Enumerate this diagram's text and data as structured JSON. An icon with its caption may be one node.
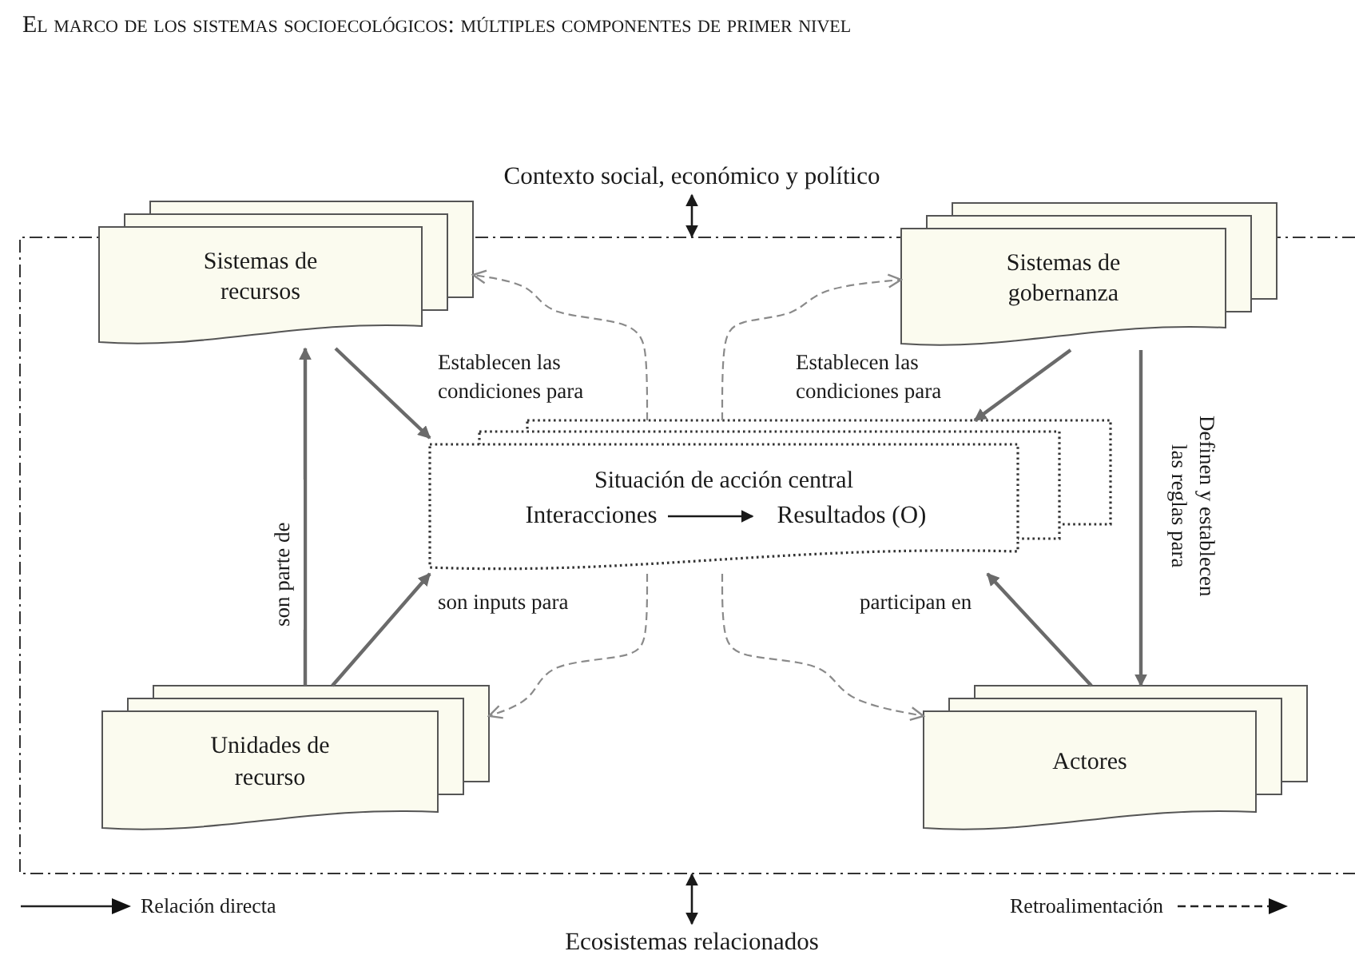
{
  "diagram": {
    "title": "El marco de los sistemas socioecológicos: múltiples componentes de primer nivel",
    "nodes": [
      {
        "text": [
          "Contexto social, económico y político"
        ]
      },
      {
        "text": [],
        "shape": "box"
      },
      {
        "text": [
          "Sistemas de recursos"
        ],
        "in": 1
      },
      {
        "text": [
          "Sistemas de gobernanza"
        ],
        "in": 1
      },
      {
        "text": [
          "Situación de acción central"
        ],
        "in": 1
      },
      {
        "text": [
          "Interacciones"
        ],
        "in": 4
      },
      {
        "text": [
          "Resultados (O)"
        ],
        "in": 4
      },
      {
        "text": [
          "Unidades de recurso"
        ],
        "in": 1
      },
      {
        "text": [
          "Actores"
        ],
        "in": 1
      },
      {
        "text": [
          "Ecosistemas relacionados"
        ]
      }
    ],
    "edges": [
      {
        "from": 0,
        "to": 1,
        "arrow": "both",
        "color": "#1a1a1a"
      },
      {
        "from": 1,
        "to": 9,
        "arrow": "both",
        "color": "#1a1a1a"
      },
      {
        "from": 2,
        "to": 4,
        "arrow": "to",
        "label": "Establecen las condiciones para"
      },
      {
        "from": 3,
        "to": 4,
        "arrow": "to",
        "label": "Establecen las condiciones para"
      },
      {
        "from": 3,
        "to": 8,
        "arrow": "to",
        "label": "Definen y establecen las reglas para"
      },
      {
        "from": 7,
        "to": 2,
        "arrow": "to",
        "label": "son parte de"
      },
      {
        "from": 7,
        "to": 4,
        "arrow": "to",
        "label": "son inputs para"
      },
      {
        "from": 8,
        "to": 4,
        "arrow": "to",
        "label": "participan en"
      },
      {
        "from": 5,
        "to": 6,
        "arrow": "to",
        "color": "#1a1a1a"
      },
      {
        "from": 4,
        "to": 2,
        "arrow": "to",
        "style": "dashed"
      },
      {
        "from": 4,
        "to": 3,
        "arrow": "to",
        "style": "dashed"
      },
      {
        "from": 4,
        "to": 7,
        "arrow": "to",
        "style": "dashed"
      },
      {
        "from": 4,
        "to": 8,
        "arrow": "to",
        "style": "dashed"
      }
    ],
    "legend": [
      {
        "text": "Relación directa"
      },
      {
        "text": "Retroalimentación"
      }
    ]
  }
}
